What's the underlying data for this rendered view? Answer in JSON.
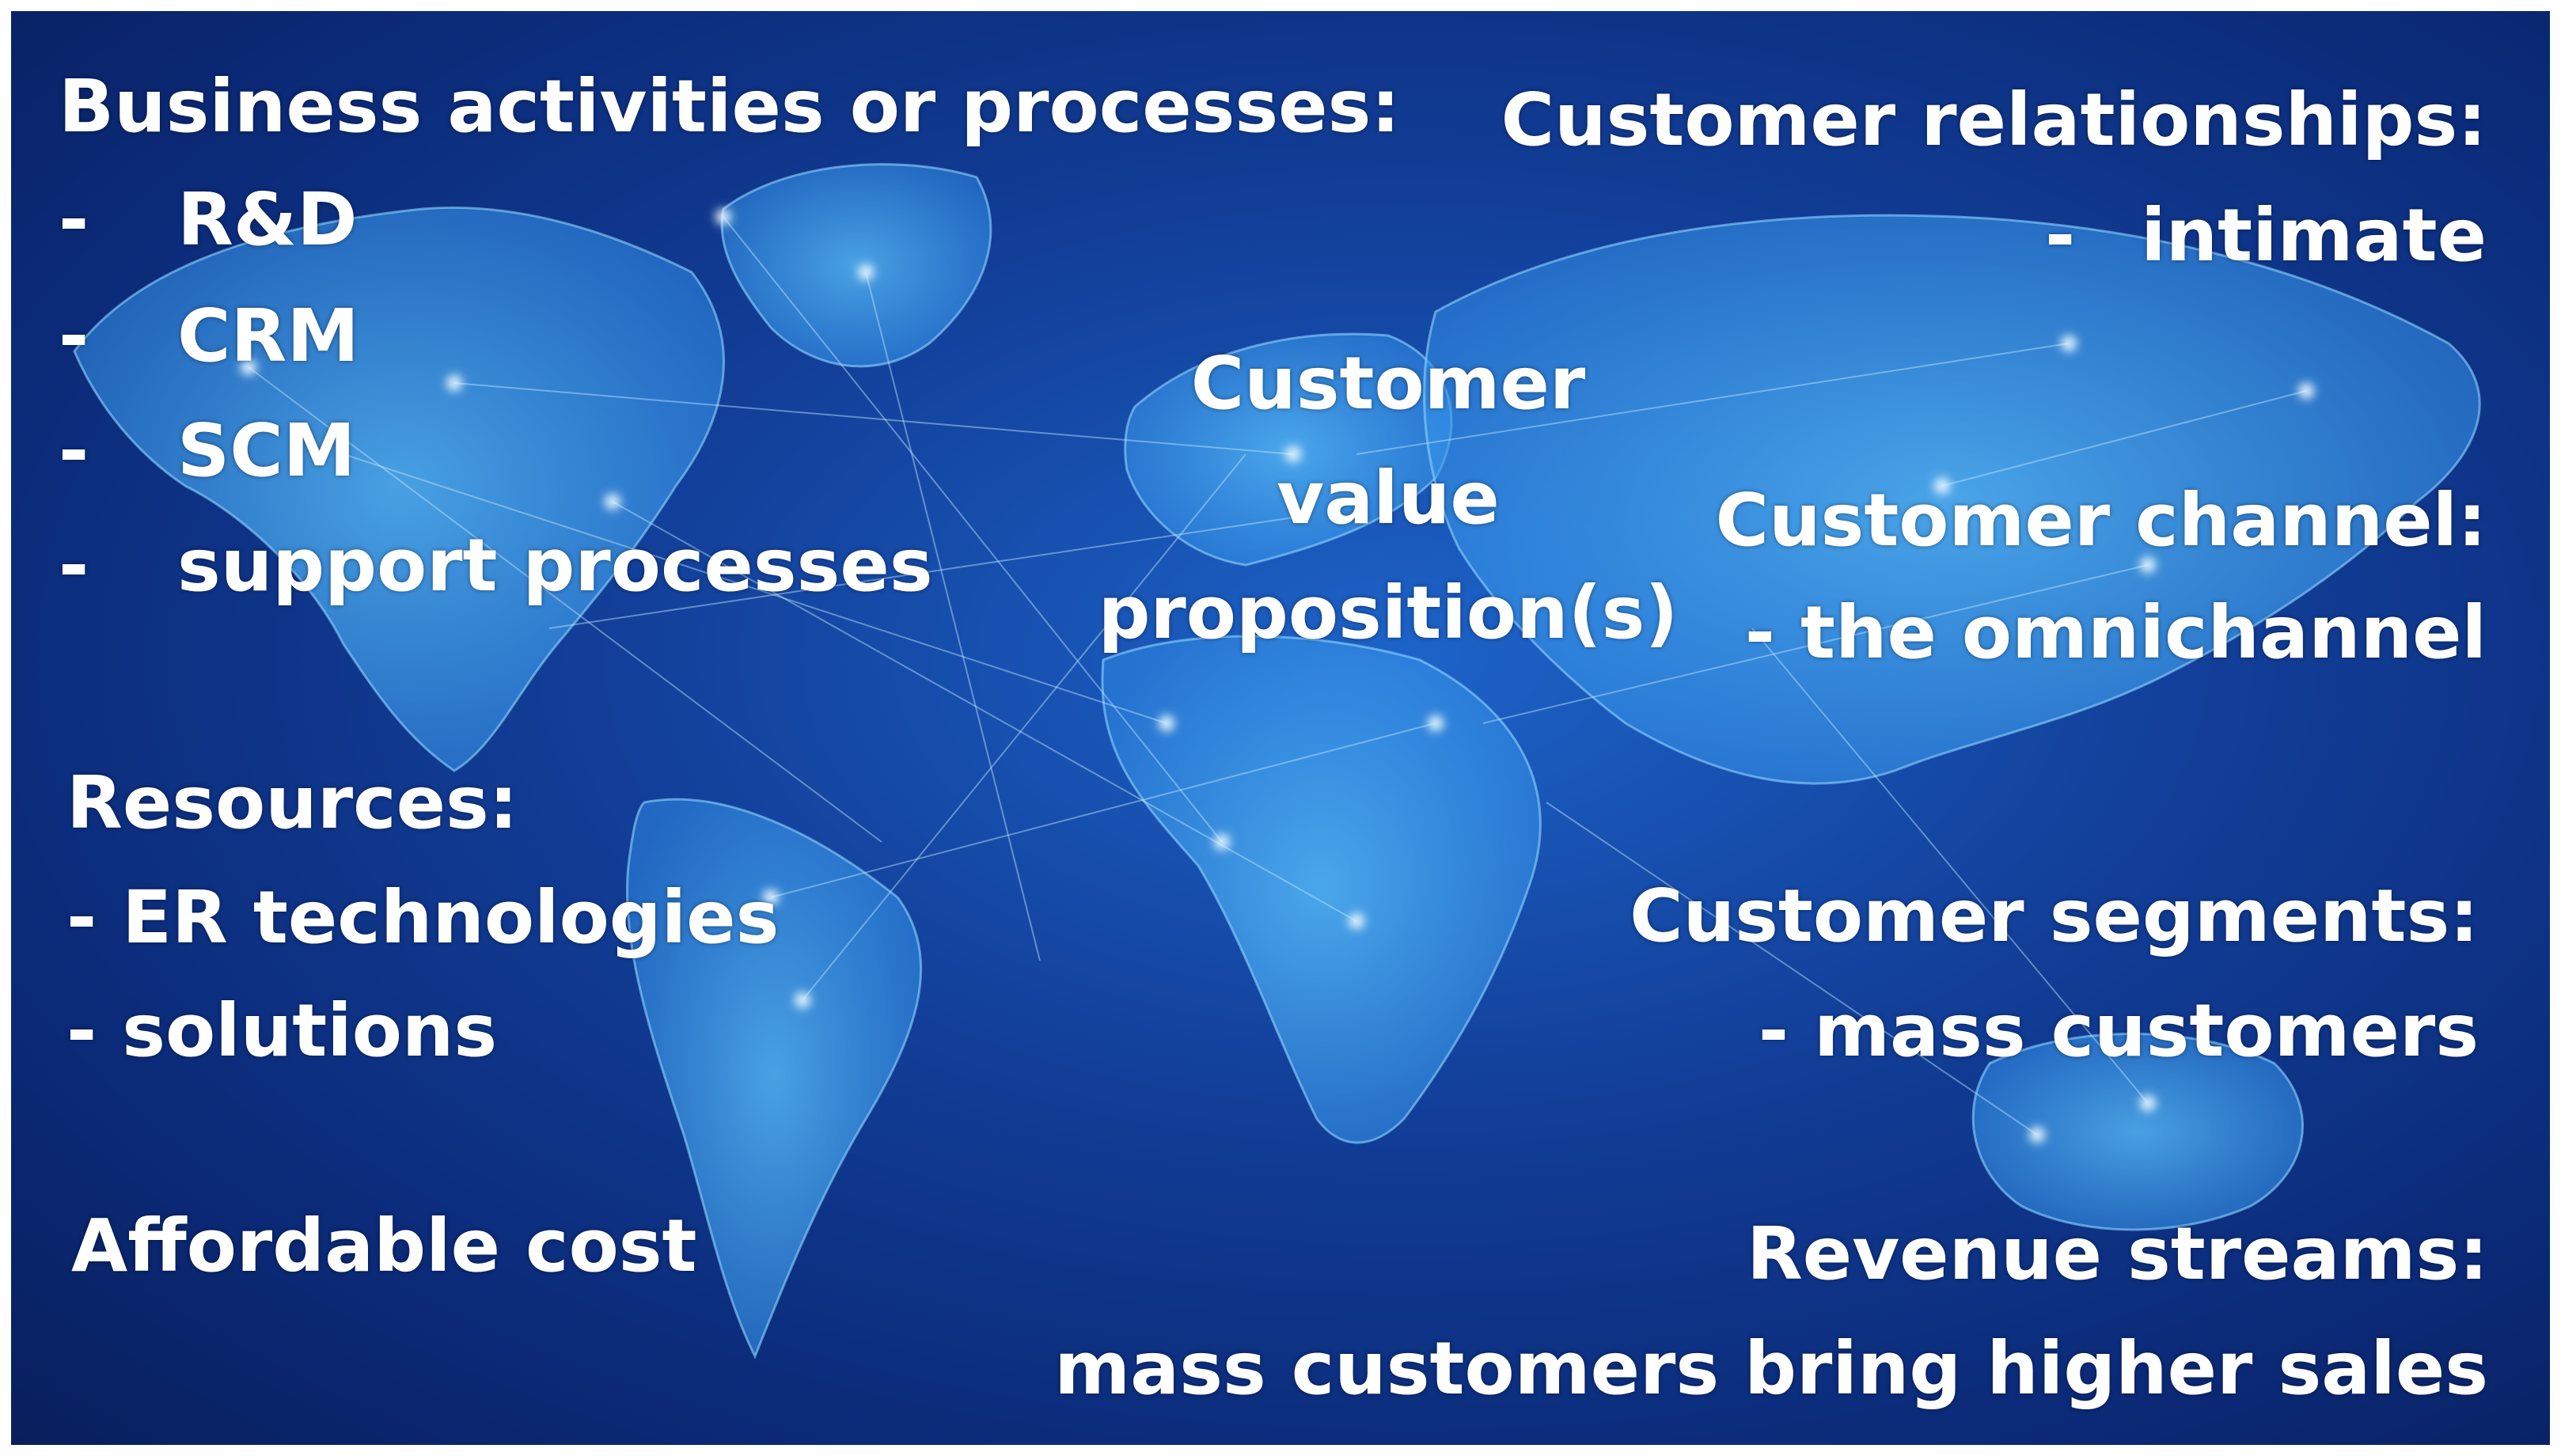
{
  "diagram": {
    "background": {
      "colors": [
        "#1d63c8",
        "#123f99",
        "#081f5c"
      ],
      "map_glow": "#4fb6ff"
    },
    "business_activities": {
      "title": "Business activities or processes:",
      "items": [
        {
          "bullet": "-",
          "text": "R&D"
        },
        {
          "bullet": "-",
          "text": "CRM"
        },
        {
          "bullet": "-",
          "text": "SCM"
        },
        {
          "bullet": "-",
          "text": "support processes"
        }
      ]
    },
    "customer_relationships": {
      "title": "Customer relationships:",
      "bullet": "-",
      "item": "intimate"
    },
    "value_proposition": {
      "lines": [
        "Customer",
        "value",
        "proposition(s)"
      ]
    },
    "customer_channel": {
      "title": "Customer channel:",
      "item": "- the omnichannel"
    },
    "resources": {
      "title": "Resources:",
      "items": [
        "- ER technologies",
        "- solutions"
      ]
    },
    "customer_segments": {
      "title": "Customer segments:",
      "item": "- mass customers"
    },
    "cost": {
      "text": "Affordable cost"
    },
    "revenue_streams": {
      "title": "Revenue streams:",
      "item": "mass customers bring higher sales"
    }
  }
}
